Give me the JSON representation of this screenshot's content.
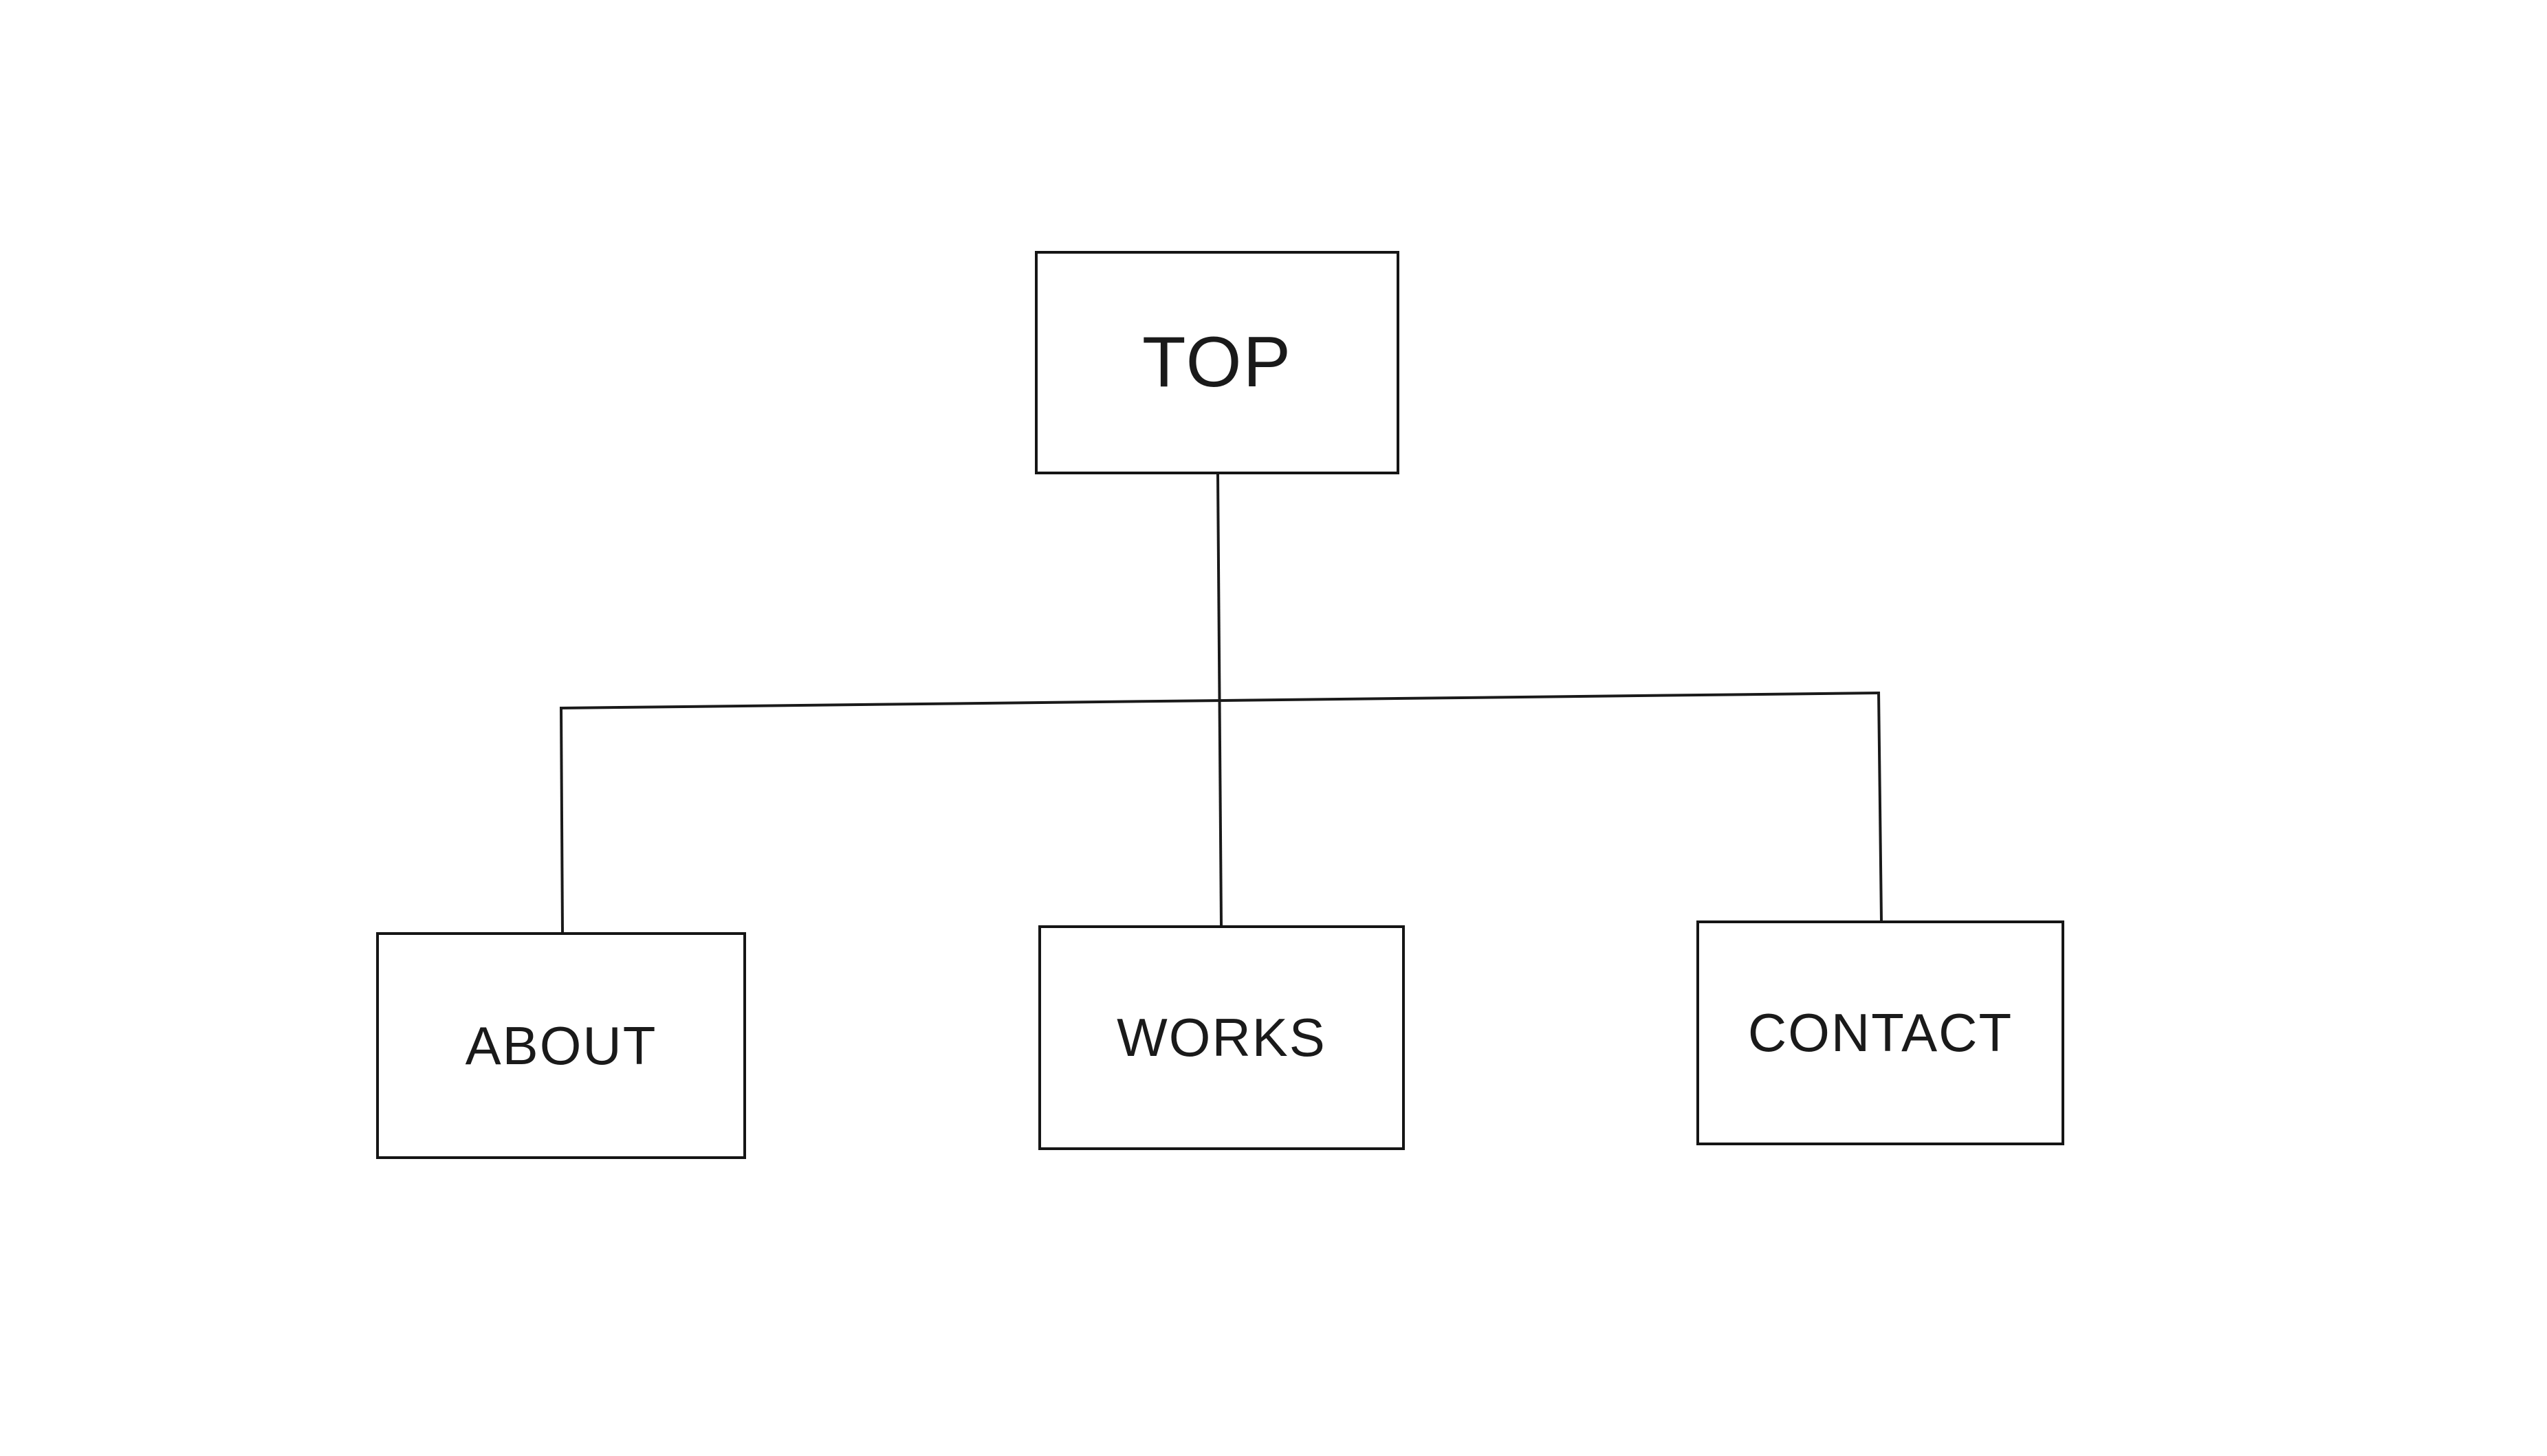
{
  "diagram": {
    "type": "sitemap-tree",
    "root": {
      "id": "top",
      "label": "TOP"
    },
    "children": [
      {
        "id": "about",
        "label": "ABOUT"
      },
      {
        "id": "works",
        "label": "WORKS"
      },
      {
        "id": "contact",
        "label": "CONTACT"
      }
    ]
  },
  "colors": {
    "background": "#ffffff",
    "line": "#1a1a1a",
    "text": "#1a1a1a"
  }
}
